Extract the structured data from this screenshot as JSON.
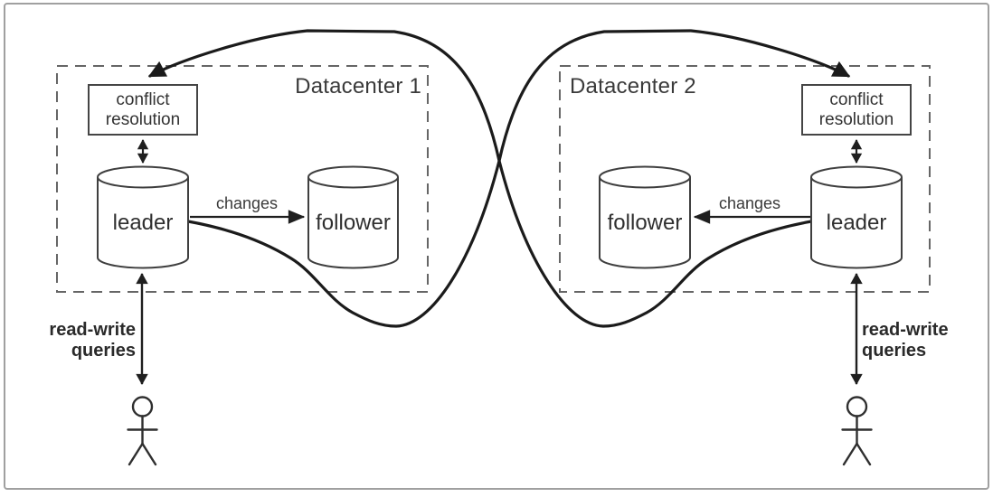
{
  "figure": {
    "kind": "two-datacenter replication diagram",
    "datacenters": [
      {
        "label": "Datacenter 1",
        "conflict_resolution": {
          "line1": "conflict",
          "line2": "resolution"
        },
        "leader": "leader",
        "follower": "follower",
        "changes": "changes",
        "read_write": {
          "line1": "read-write",
          "line2": "queries"
        }
      },
      {
        "label": "Datacenter 2",
        "conflict_resolution": {
          "line1": "conflict",
          "line2": "resolution"
        },
        "leader": "leader",
        "follower": "follower",
        "changes": "changes",
        "read_write": {
          "line1": "read-write",
          "line2": "queries"
        }
      }
    ],
    "edges": [
      {
        "from": "leader",
        "to": "follower",
        "label": "changes",
        "datacenter": "Datacenter 1"
      },
      {
        "from": "leader",
        "to": "follower",
        "label": "changes",
        "datacenter": "Datacenter 2"
      },
      {
        "from": "leader",
        "to": "conflict resolution (other datacenter)",
        "label": "",
        "style": "crossing curve"
      },
      {
        "from": "user",
        "to": "leader",
        "label": "read-write queries",
        "style": "double arrow"
      },
      {
        "from": "conflict resolution",
        "to": "leader",
        "label": "",
        "style": "double arrow"
      }
    ],
    "icons": {
      "database": "cylinder-database-icon",
      "user": "stick-figure-person-icon"
    },
    "colors": {
      "background": "#ffffff",
      "frame_border": "#a0a0a0",
      "curve_stroke": "#1b1b1b",
      "shape_stroke": "#3f3f3f",
      "dashed_stroke": "#666666",
      "text": "#333333"
    }
  }
}
